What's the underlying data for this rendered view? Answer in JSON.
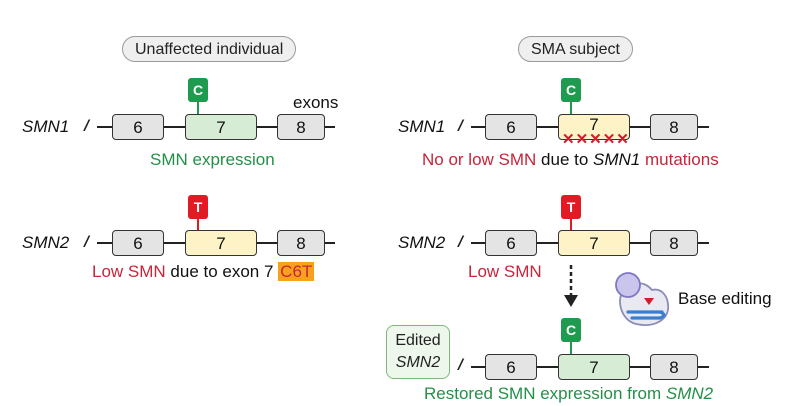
{
  "left": {
    "title": "Unaffected individual",
    "exons_label": "exons",
    "smn1": {
      "gene": "SMN1",
      "slash": "//",
      "exons": [
        "6",
        "7",
        "8"
      ],
      "base": "C",
      "caption": "SMN expression"
    },
    "smn2": {
      "gene": "SMN2",
      "slash": "//",
      "exons": [
        "6",
        "7",
        "8"
      ],
      "base": "T",
      "caption_red": "Low SMN",
      "caption_mid": " due to exon 7 ",
      "caption_hl": "C6T"
    }
  },
  "right": {
    "title": "SMA subject",
    "smn1": {
      "gene": "SMN1",
      "slash": "//",
      "exons": [
        "6",
        "7",
        "8"
      ],
      "base": "C",
      "mutations": "✕✕✕✕✕",
      "caption_a": "No or low SMN",
      "caption_b": " due to ",
      "caption_c": "SMN1",
      "caption_d": " mutations"
    },
    "smn2": {
      "gene": "SMN2",
      "slash": "//",
      "exons": [
        "6",
        "7",
        "8"
      ],
      "base": "T",
      "caption": "Low SMN"
    },
    "tool_label": "Base editing",
    "edited": {
      "base": "C",
      "box_line1": "Edited",
      "box_line2": "SMN2",
      "exons": [
        "6",
        "7",
        "8"
      ],
      "caption_a": "Restored SMN expression from ",
      "caption_b": "SMN2"
    }
  },
  "colors": {
    "green": "#239048",
    "red": "#c8243a",
    "c_base": "#1f9b4f",
    "t_base": "#e11b23",
    "exon7_yellow": "#fdf3c6",
    "exon7_green": "#d7ecd4",
    "highlight": "#f7a21b"
  }
}
